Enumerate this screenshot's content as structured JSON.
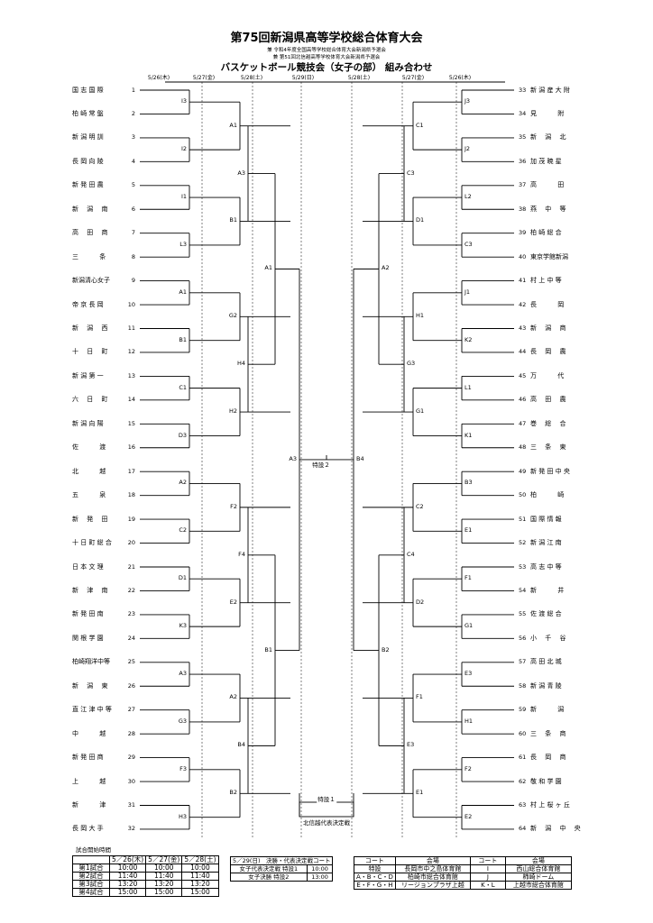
{
  "header": {
    "title": "第75回新潟県高等学校総合体育大会",
    "subtitle1": "兼 令和4年度全国高等学校総合体育大会新潟県予選会",
    "subtitle2": "兼 第51回北信越高等学校体育大会新潟県予選会",
    "heading": "バスケットボール競技会（女子の部） 組み合わせ"
  },
  "dates": [
    "5/26(木)",
    "5/27(金)",
    "5/28(土)",
    "5/29(日)",
    "5/28(土)",
    "5/27(金)",
    "5/26(木)"
  ],
  "left_teams": [
    {
      "num": "1",
      "name": "国 志 国 際"
    },
    {
      "num": "2",
      "name": "柏 崎 常 盤"
    },
    {
      "num": "3",
      "name": "新 潟 明 訓"
    },
    {
      "num": "4",
      "name": "長 岡 向 陵"
    },
    {
      "num": "5",
      "name": "新 発 田 農"
    },
    {
      "num": "6",
      "name": "新　 潟　 南"
    },
    {
      "num": "7",
      "name": "高　 田　 商"
    },
    {
      "num": "8",
      "name": "三　　　 条"
    },
    {
      "num": "9",
      "name": "新潟清心女子"
    },
    {
      "num": "10",
      "name": "帝 京 長 岡"
    },
    {
      "num": "11",
      "name": "新　 潟　 西"
    },
    {
      "num": "12",
      "name": "十　 日　 町"
    },
    {
      "num": "13",
      "name": "新 潟 第 一"
    },
    {
      "num": "14",
      "name": "六　 日　 町"
    },
    {
      "num": "15",
      "name": "新 潟 向 陽"
    },
    {
      "num": "16",
      "name": "佐　　　 渡"
    },
    {
      "num": "17",
      "name": "北　　　 越"
    },
    {
      "num": "18",
      "name": "五　　　 泉"
    },
    {
      "num": "19",
      "name": "新　 発　 田"
    },
    {
      "num": "20",
      "name": "十 日 町 総 合"
    },
    {
      "num": "21",
      "name": "日 本 文 理"
    },
    {
      "num": "22",
      "name": "新　 津　 南"
    },
    {
      "num": "23",
      "name": "新 発 田 南"
    },
    {
      "num": "24",
      "name": "関 根 学 園"
    },
    {
      "num": "25",
      "name": "柏崎翔洋中等"
    },
    {
      "num": "26",
      "name": "新　 潟　 東"
    },
    {
      "num": "27",
      "name": "直 江 津 中 等"
    },
    {
      "num": "28",
      "name": "中　　　 越"
    },
    {
      "num": "29",
      "name": "新 発 田 商"
    },
    {
      "num": "30",
      "name": "上　　　 越"
    },
    {
      "num": "31",
      "name": "新　　　 津"
    },
    {
      "num": "32",
      "name": "長 岡 大 手"
    }
  ],
  "right_teams": [
    {
      "num": "33",
      "name": "新 潟 産 大 附"
    },
    {
      "num": "34",
      "name": "見　　　 附"
    },
    {
      "num": "35",
      "name": "新　 潟　 北"
    },
    {
      "num": "36",
      "name": "加 茂 暁 星"
    },
    {
      "num": "37",
      "name": "高　　　 田"
    },
    {
      "num": "38",
      "name": "燕　 中　 等"
    },
    {
      "num": "39",
      "name": "柏 崎 総 合"
    },
    {
      "num": "40",
      "name": "東京学館新潟"
    },
    {
      "num": "41",
      "name": "村 上 中 等"
    },
    {
      "num": "42",
      "name": "長　　　 岡"
    },
    {
      "num": "43",
      "name": "新　 潟　 商"
    },
    {
      "num": "44",
      "name": "長　 岡　 農"
    },
    {
      "num": "45",
      "name": "万　　　 代"
    },
    {
      "num": "46",
      "name": "高　 田　 農"
    },
    {
      "num": "47",
      "name": "巻　 総　 合"
    },
    {
      "num": "48",
      "name": "三　 条　 東"
    },
    {
      "num": "49",
      "name": "新 発 田 中 央"
    },
    {
      "num": "50",
      "name": "柏　　　 崎"
    },
    {
      "num": "51",
      "name": "国 際 情 報"
    },
    {
      "num": "52",
      "name": "新 潟 江 南"
    },
    {
      "num": "53",
      "name": "高 志 中 等"
    },
    {
      "num": "54",
      "name": "新　　　 井"
    },
    {
      "num": "55",
      "name": "佐 渡 総 合"
    },
    {
      "num": "56",
      "name": "小　 千　 谷"
    },
    {
      "num": "57",
      "name": "高 田 北 城"
    },
    {
      "num": "58",
      "name": "新 潟 青 陵"
    },
    {
      "num": "59",
      "name": "新　　　 潟"
    },
    {
      "num": "60",
      "name": "三　 条　 商"
    },
    {
      "num": "61",
      "name": "長　 岡　 商"
    },
    {
      "num": "62",
      "name": "敬 和 学 園"
    },
    {
      "num": "63",
      "name": "村 上 桜 ヶ 丘"
    },
    {
      "num": "64",
      "name": "新　 潟　 中　 央"
    }
  ],
  "left_labels": {
    "r1": [
      "I3",
      "I2",
      "I1",
      "L3",
      "A1",
      "B1",
      "C1",
      "D3",
      "A2",
      "C2",
      "D1",
      "K3",
      "A3",
      "G3",
      "F3",
      "H3"
    ],
    "r2": [
      "A1",
      "B1",
      "G2",
      "H2",
      "F2",
      "E2",
      "A2",
      "B2"
    ],
    "r3": [
      "A3",
      "H4",
      "F4",
      "B4"
    ],
    "r4": [
      "A1",
      "B1"
    ],
    "final": "A3"
  },
  "right_labels": {
    "r1": [
      "J3",
      "J2",
      "L2",
      "C3",
      "J1",
      "K2",
      "L1",
      "K1",
      "B3",
      "E1",
      "F1",
      "G1",
      "E3",
      "H1",
      "F2",
      "E2"
    ],
    "r2": [
      "C1",
      "D1",
      "H1",
      "G1",
      "C2",
      "D2",
      "F1",
      "E1"
    ],
    "r3": [
      "C3",
      "G3",
      "C4",
      "E3"
    ],
    "r4": [
      "A2",
      "B2"
    ],
    "final": "B4"
  },
  "special": {
    "final_label": "特設２",
    "third_label": "特設１",
    "third_caption": "北信越代表決定戦"
  },
  "schedule": {
    "caption": "試合開始時間",
    "headers": [
      "",
      "5／26(木)",
      "5／27(金)",
      "5／28(土)"
    ],
    "rows": [
      [
        "第1試合",
        "10:00",
        "10:00",
        "10:00"
      ],
      [
        "第2試合",
        "11:40",
        "11:40",
        "11:40"
      ],
      [
        "第3試合",
        "13:20",
        "13:20",
        "13:20"
      ],
      [
        "第4試合",
        "15:00",
        "15:00",
        "15:00"
      ]
    ]
  },
  "finals_table": {
    "header": "5／29(日)　決勝・代表決定戦コート",
    "rows": [
      [
        "女子代表決定戦 特設1",
        "10:00"
      ],
      [
        "女子決勝 特設2",
        "13:00"
      ]
    ]
  },
  "venue_table": {
    "headers": [
      "コート",
      "会場",
      "コート",
      "会場"
    ],
    "rows": [
      [
        "特設",
        "長岡市中之島体育館",
        "I",
        "西山総合体育館"
      ],
      [
        "A・B・C・D",
        "柏崎市総合体育館",
        "J",
        "柿崎ドーム"
      ],
      [
        "E・F・G・H",
        "リージョンプラザ上越",
        "K・L",
        "上越市総合体育館"
      ]
    ]
  }
}
